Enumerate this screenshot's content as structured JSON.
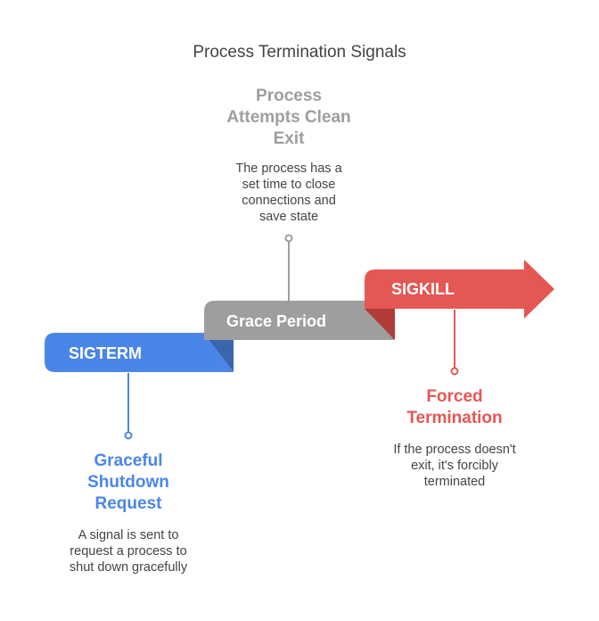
{
  "title": "Process Termination Signals",
  "colors": {
    "sigterm": "#4A86E8",
    "sigterm_fold": "#3A66B0",
    "grace": "#9E9E9E",
    "grace_fold": "#6E6E6E",
    "sigkill": "#E55753",
    "sigkill_fold": "#B03D3A"
  },
  "steps": [
    {
      "label": "SIGTERM",
      "callout_title": "Graceful Shutdown Request",
      "callout_desc": "A signal is sent to request a process to shut down gracefully"
    },
    {
      "label": "Grace Period",
      "callout_title": "Process Attempts Clean Exit",
      "callout_desc": "The process has a set time to close connections and save state"
    },
    {
      "label": "SIGKILL",
      "callout_title": "Forced Termination",
      "callout_desc": "If the process doesn't exit, it's forcibly terminated"
    }
  ]
}
